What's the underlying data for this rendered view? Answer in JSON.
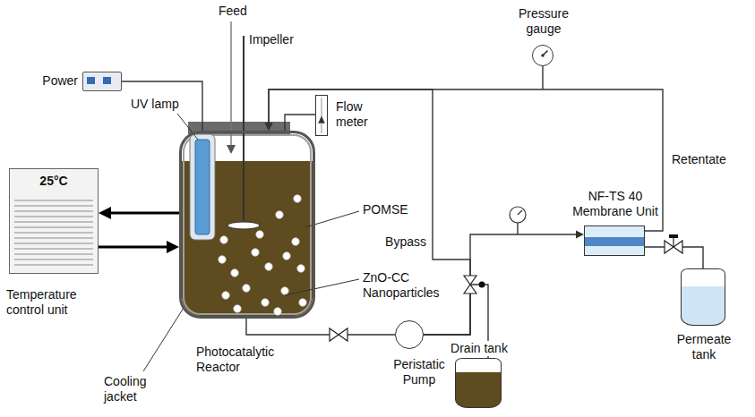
{
  "diagram": {
    "nodes": [
      {
        "text": [
          "Power"
        ]
      },
      {
        "text": [
          "25°C",
          "Temperature control unit"
        ]
      },
      {
        "text": [
          "Photocatalytic Reactor"
        ]
      },
      {
        "text": [
          "Flow meter"
        ]
      },
      {
        "text": [
          "Pressure gauge"
        ]
      },
      {
        "text": [
          "Peristatic Pump"
        ]
      },
      {
        "text": [
          "Drain tank"
        ]
      },
      {
        "text": [
          "NF-TS 40 Membrane Unit"
        ]
      },
      {
        "text": [
          "Permeate tank"
        ]
      }
    ],
    "edges": [
      {
        "from": 0,
        "to": 2,
        "arrow": "none"
      },
      {
        "from": 2,
        "to": 1,
        "arrow": "to"
      },
      {
        "from": 1,
        "to": 2,
        "arrow": "to"
      },
      {
        "from": 3,
        "to": 2,
        "arrow": "none"
      },
      {
        "from": 2,
        "to": 5,
        "arrow": "none"
      },
      {
        "from": 5,
        "to": 7,
        "arrow": "to"
      },
      {
        "from": 5,
        "to": 2,
        "label": "Bypass",
        "arrow": "to"
      },
      {
        "from": 5,
        "to": 6,
        "arrow": "none"
      },
      {
        "from": 7,
        "to": 2,
        "label": "Retentate",
        "arrow": "to"
      },
      {
        "from": 7,
        "to": 8,
        "arrow": "none"
      }
    ],
    "labels": [
      "Feed",
      "Impeller",
      "UV lamp",
      "POMSE",
      "ZnO-CC Nanoparticles",
      "Cooling jacket"
    ]
  }
}
